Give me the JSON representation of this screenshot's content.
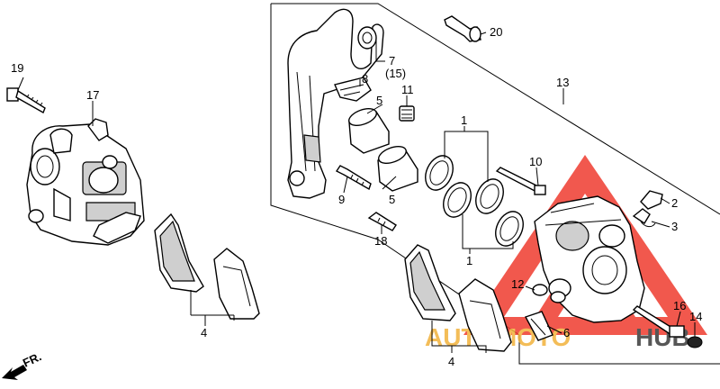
{
  "watermark": {
    "brand_left": "AUTOMOTO",
    "brand_right": "HUB",
    "color_left": "#f2b23c",
    "color_right": "#3a3a3a",
    "triangle_color": "#ef3b2f"
  },
  "front_arrow_label": "FR.",
  "callouts": {
    "p1a": "1",
    "p1b": "1",
    "p2": "2",
    "p3": "3",
    "p4a": "4",
    "p4b": "4",
    "p5a": "5",
    "p5b": "5",
    "p6": "6",
    "p7": "7",
    "p7alt": "(15)",
    "p8": "8",
    "p9": "9",
    "p10": "10",
    "p11": "11",
    "p12": "12",
    "p13": "13",
    "p14": "14",
    "p16": "16",
    "p17": "17",
    "p18": "18",
    "p19": "19",
    "p20": "20"
  },
  "colors": {
    "line": "#000000",
    "background": "#ffffff"
  }
}
